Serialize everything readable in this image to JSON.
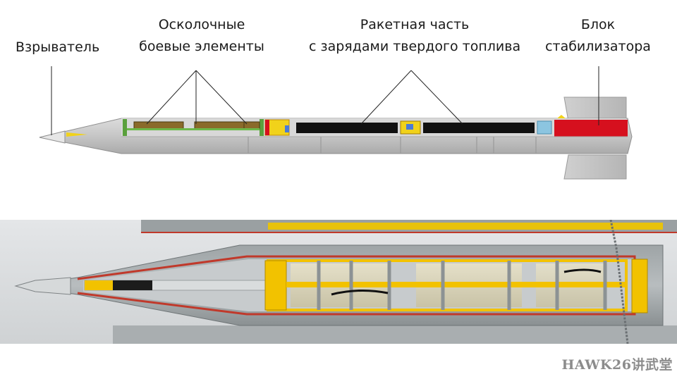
{
  "labels": {
    "fuze": "Взрыватель",
    "fragments_line1": "Осколочные",
    "fragments_line2": "боевые элементы",
    "rocket_line1": "Ракетная часть",
    "rocket_line2": "с зарядами твердого топлива",
    "stabilizer_line1": "Блок",
    "stabilizer_line2": "стабилизатора"
  },
  "watermark": "HAWK26讲武堂",
  "colors": {
    "body_gray": "#c9c9c9",
    "fragment_green": "#5aa03c",
    "fragment_brown": "#8a6a2a",
    "propellant_black": "#111111",
    "stabilizer_red": "#d6101e",
    "highlight_yellow": "#f1d21a",
    "photo_cutaway_red": "#c0392b",
    "photo_yellow": "#f2c200"
  }
}
